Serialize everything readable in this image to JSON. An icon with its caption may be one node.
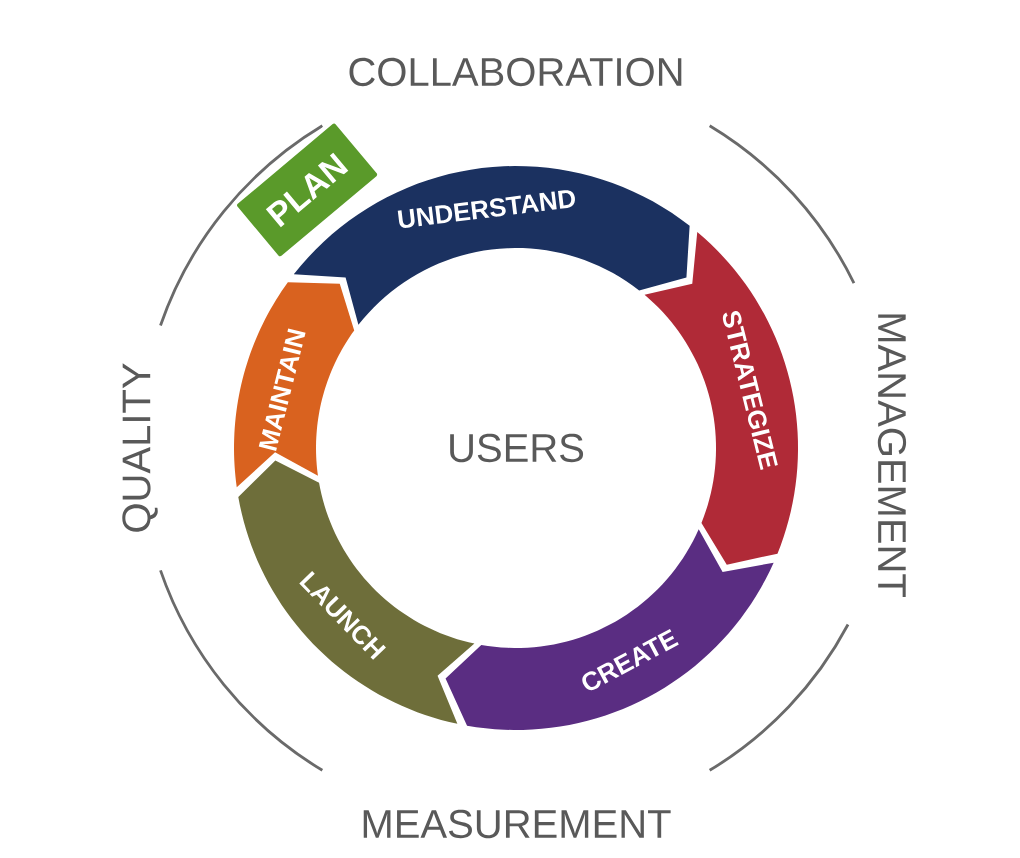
{
  "diagram": {
    "nodes": [
      {
        "text": [
          "PLAN"
        ]
      },
      {
        "text": [
          "UNDERSTAND"
        ]
      },
      {
        "text": [
          "STRATEGIZE"
        ]
      },
      {
        "text": [
          "CREATE"
        ]
      },
      {
        "text": [
          "LAUNCH"
        ]
      },
      {
        "text": [
          "MAINTAIN"
        ]
      }
    ],
    "labels": [
      "COLLABORATION",
      "MANAGEMENT",
      "QUALITY",
      "USERS",
      "MEASUREMENT"
    ]
  }
}
